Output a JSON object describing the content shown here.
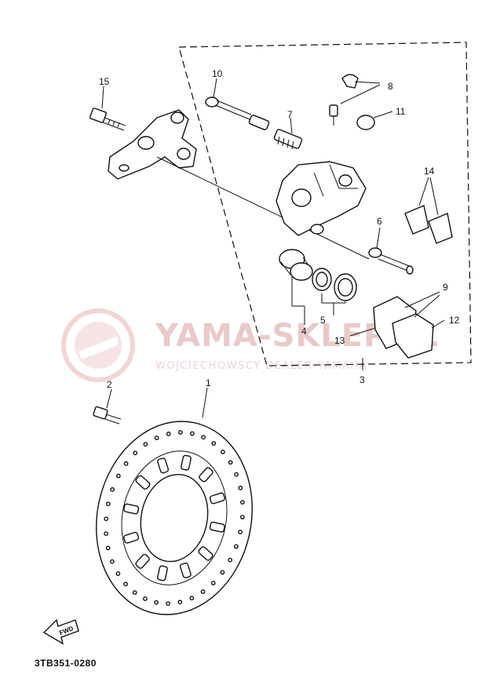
{
  "watermark": {
    "title": "YAMA-SKLEP.PL",
    "subtitle": "WOJCIECHOWSCY DEALER YAMAHA"
  },
  "callouts": [
    "1",
    "2",
    "3",
    "4",
    "5",
    "6",
    "7",
    "8",
    "9",
    "10",
    "11",
    "12",
    "13",
    "14",
    "15"
  ],
  "direction_marker": "FWD",
  "diagram_code": "3TB351-0280"
}
